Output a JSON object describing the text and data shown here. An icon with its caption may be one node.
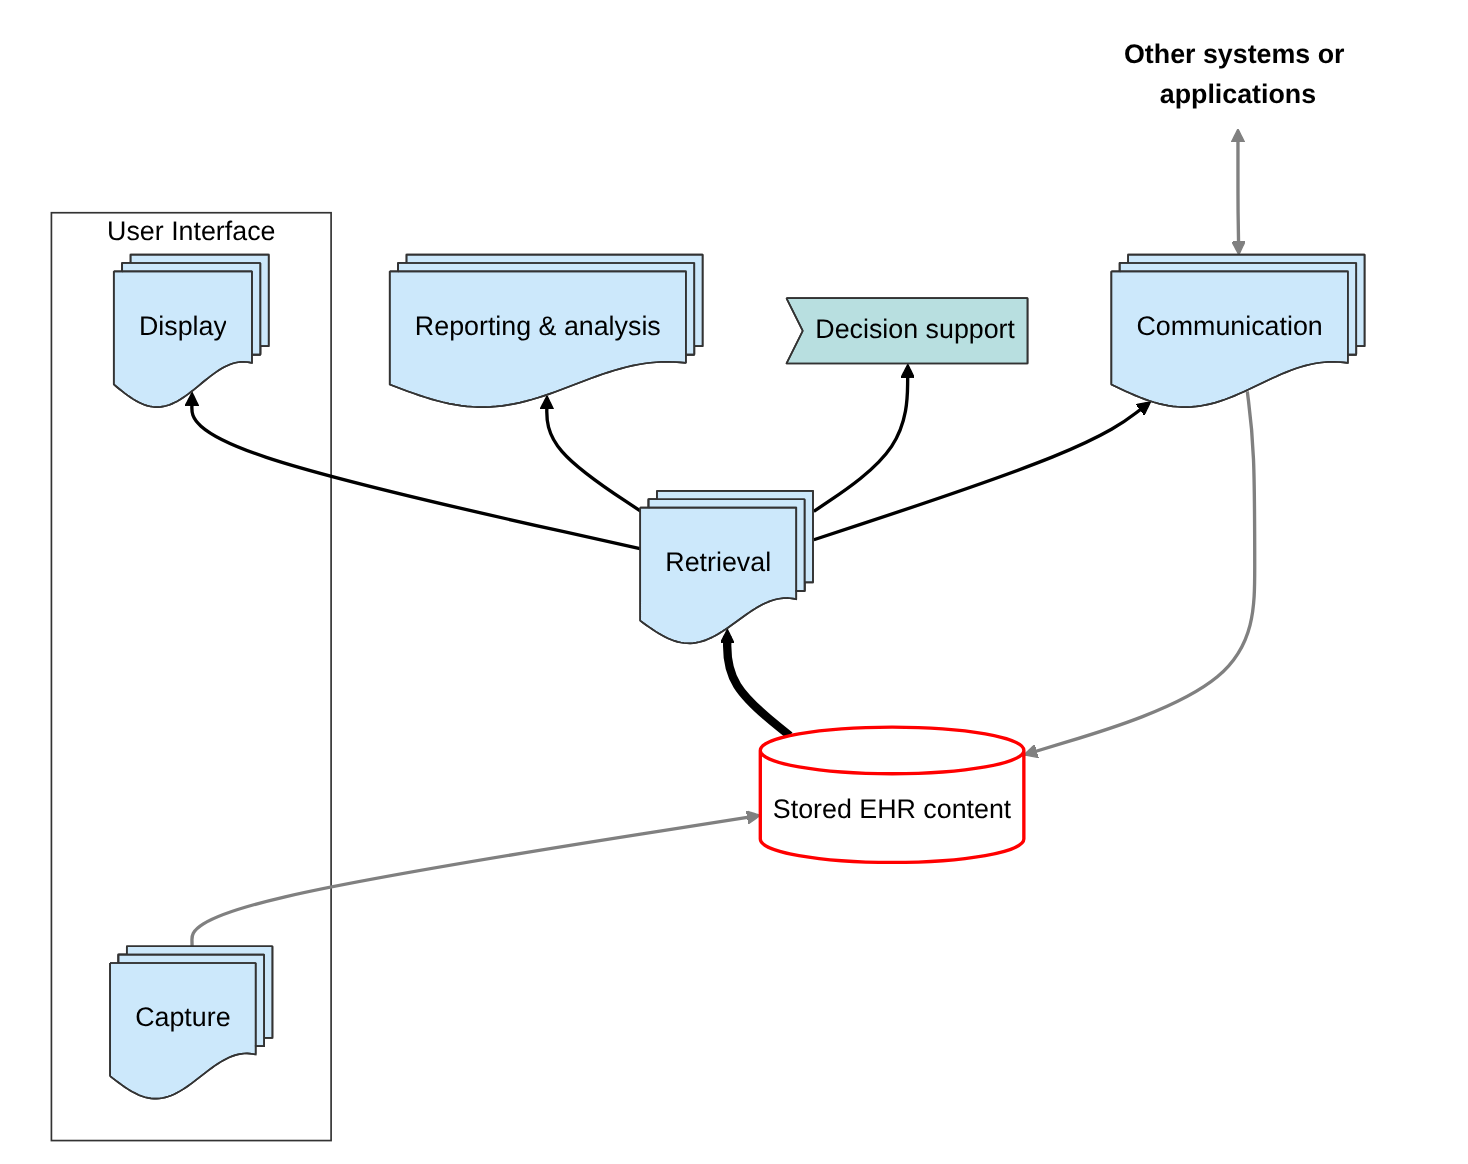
{
  "diagram": {
    "nodes": [
      {
        "text": [
          "Reporting & analysis"
        ]
      },
      {
        "text": [
          "Decision support"
        ]
      },
      {
        "text": [
          "User Interface"
        ]
      },
      {
        "text": [
          "Display"
        ],
        "in": 2
      },
      {
        "text": [
          "Capture"
        ],
        "in": 2
      },
      {
        "text": [
          "Retrieval"
        ]
      },
      {
        "text": [
          "Stored EHR content"
        ]
      },
      {
        "text": [
          "Communication"
        ]
      },
      {
        "text": [
          "Other systems or applications"
        ]
      }
    ],
    "edges": [
      {
        "from": 5,
        "to": 0,
        "arrow": "to"
      },
      {
        "from": 5,
        "to": 1,
        "arrow": "to"
      },
      {
        "from": 5,
        "to": 3,
        "arrow": "to"
      },
      {
        "from": 4,
        "to": 6,
        "arrow": "to",
        "color": "#808080"
      },
      {
        "from": 6,
        "to": 5,
        "arrow": "to",
        "style": "thick"
      },
      {
        "from": 5,
        "to": 7,
        "arrow": "to"
      },
      {
        "from": 7,
        "to": 6,
        "arrow": "to",
        "color": "#808080"
      },
      {
        "from": 7,
        "to": 8,
        "arrow": "both",
        "color": "#808080"
      }
    ]
  }
}
